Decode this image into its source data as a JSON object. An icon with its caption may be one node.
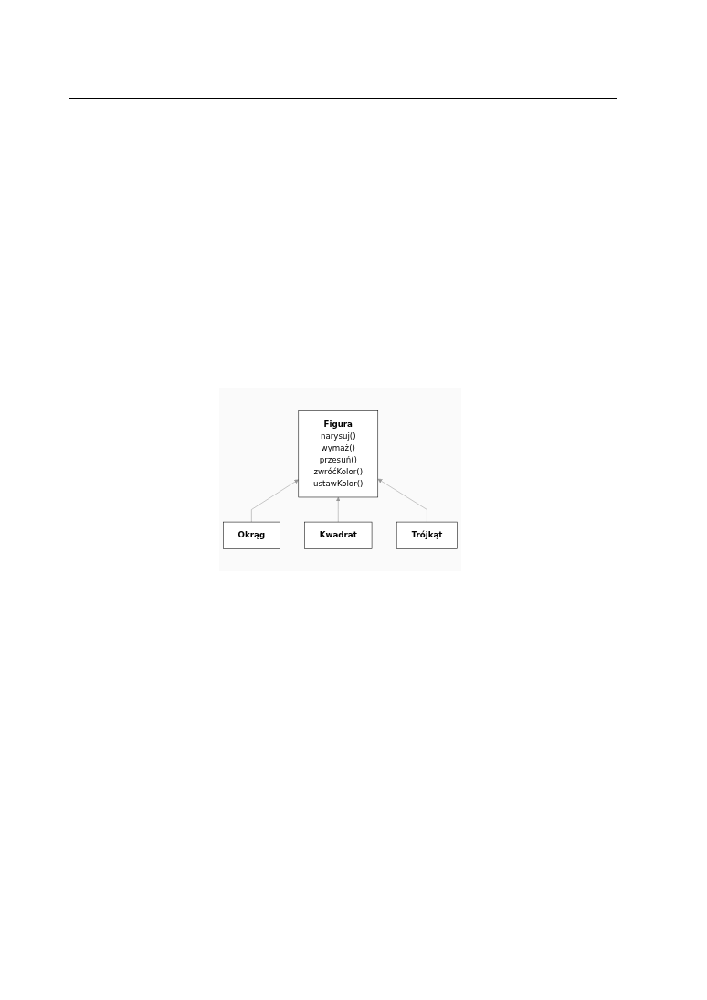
{
  "diagram": {
    "nodes": [
      {
        "text": [
          "Figura",
          "narysuj() wymaż() przesuń() zwróćKolor() ustawKolor()"
        ]
      },
      {
        "text": [
          "Okrąg"
        ]
      },
      {
        "text": [
          "Kwadrat"
        ]
      },
      {
        "text": [
          "Trójkąt"
        ]
      }
    ],
    "edges": [
      {
        "from": 1,
        "to": 0,
        "arrow": "to"
      },
      {
        "from": 2,
        "to": 0,
        "arrow": "to"
      },
      {
        "from": 3,
        "to": 0,
        "arrow": "to"
      }
    ]
  }
}
